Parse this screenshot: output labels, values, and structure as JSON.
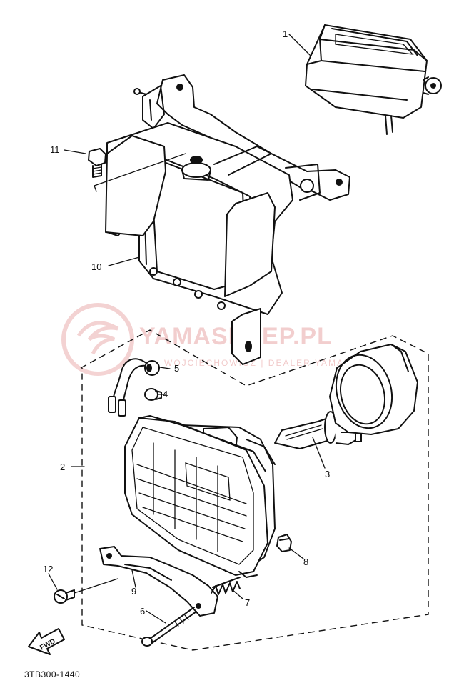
{
  "diagram": {
    "part_labels": {
      "p1": "1",
      "p2": "2",
      "p3": "3",
      "p4": "4",
      "p5": "5",
      "p6": "6",
      "p7": "7",
      "p8": "8",
      "p9": "9",
      "p10": "10",
      "p11": "11",
      "p12": "12"
    },
    "front_arrow": "FWD",
    "diagram_code": "3TB300-1440"
  },
  "watermark": {
    "brand": "YAMASKLEP.PL",
    "tagline": "WOJCIECHOWICZ | DEALER YAMAHA"
  },
  "colors": {
    "line": "#111111",
    "watermark": "#e9a7a7",
    "background": "#ffffff"
  }
}
